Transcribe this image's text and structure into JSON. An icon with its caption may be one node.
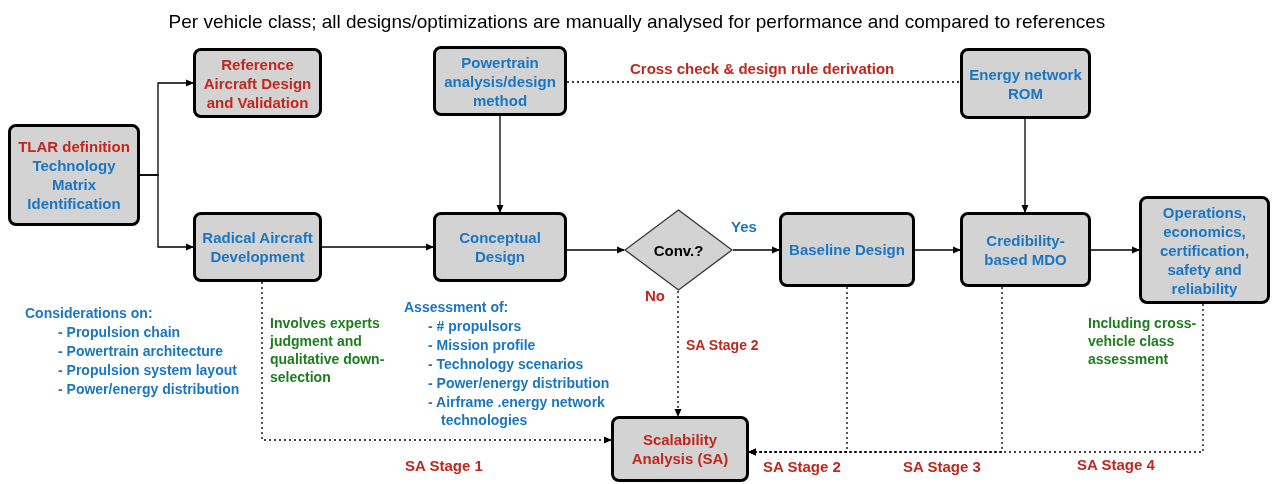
{
  "diagram": {
    "title": "Per vehicle class; all designs/optimizations are manually analysed for performance and compared to references",
    "nodes": [
      {
        "text": [
          "TLAR definition",
          "Technology Matrix Identification"
        ]
      },
      {
        "text": [
          "Reference Aircraft Design and Validation"
        ]
      },
      {
        "text": [
          "Powertrain analysis/design method"
        ]
      },
      {
        "text": [
          "Energy network ROM"
        ]
      },
      {
        "text": [
          "Radical Aircraft Development"
        ]
      },
      {
        "text": [
          "Conceptual Design"
        ]
      },
      {
        "text": [
          "Conv.?"
        ]
      },
      {
        "text": [
          "Baseline Design"
        ]
      },
      {
        "text": [
          "Credibility-based MDO"
        ]
      },
      {
        "text": [
          "Operations, economics, certification, safety and reliability"
        ]
      },
      {
        "text": [
          "Scalability Analysis (SA)"
        ]
      }
    ],
    "edges": [
      {
        "from": 0,
        "to": 1,
        "arrow": "to"
      },
      {
        "from": 0,
        "to": 4,
        "arrow": "to"
      },
      {
        "from": 2,
        "to": 3,
        "arrow": "none",
        "style": "dashed",
        "label": "Cross check & design rule derivation"
      },
      {
        "from": 4,
        "to": 5,
        "arrow": "to"
      },
      {
        "from": 2,
        "to": 5,
        "arrow": "to"
      },
      {
        "from": 5,
        "to": 6,
        "arrow": "to"
      },
      {
        "from": 6,
        "to": 7,
        "arrow": "to",
        "label": "Yes"
      },
      {
        "from": 7,
        "to": 8,
        "arrow": "to"
      },
      {
        "from": 3,
        "to": 8,
        "arrow": "to"
      },
      {
        "from": 8,
        "to": 9,
        "arrow": "to"
      },
      {
        "from": 4,
        "to": 10,
        "arrow": "to",
        "style": "dashed",
        "label": "SA Stage 1"
      },
      {
        "from": 6,
        "to": 10,
        "arrow": "to",
        "style": "dashed",
        "label": "No"
      },
      {
        "from": 7,
        "to": 10,
        "arrow": "to",
        "style": "dashed",
        "label": "SA Stage 2"
      },
      {
        "from": 8,
        "to": 10,
        "arrow": "to",
        "style": "dashed",
        "label": "SA Stage 3"
      },
      {
        "from": 9,
        "to": 10,
        "arrow": "to",
        "style": "dashed",
        "label": "SA Stage 4"
      }
    ],
    "labels": [
      "Considerations on:",
      "- Propulsion chain",
      "- Powertrain architecture",
      "- Propulsion system layout",
      "- Power/energy distribution",
      "Involves experts judgment and qualitative down-selection",
      "Assessment of:",
      "- # propulsors",
      "- Mission profile",
      "- Technology scenarios",
      "- Power/energy distribution",
      "- Airframe .energy network technologies",
      "SA Stage 2",
      "Including cross-vehicle class assessment"
    ]
  }
}
